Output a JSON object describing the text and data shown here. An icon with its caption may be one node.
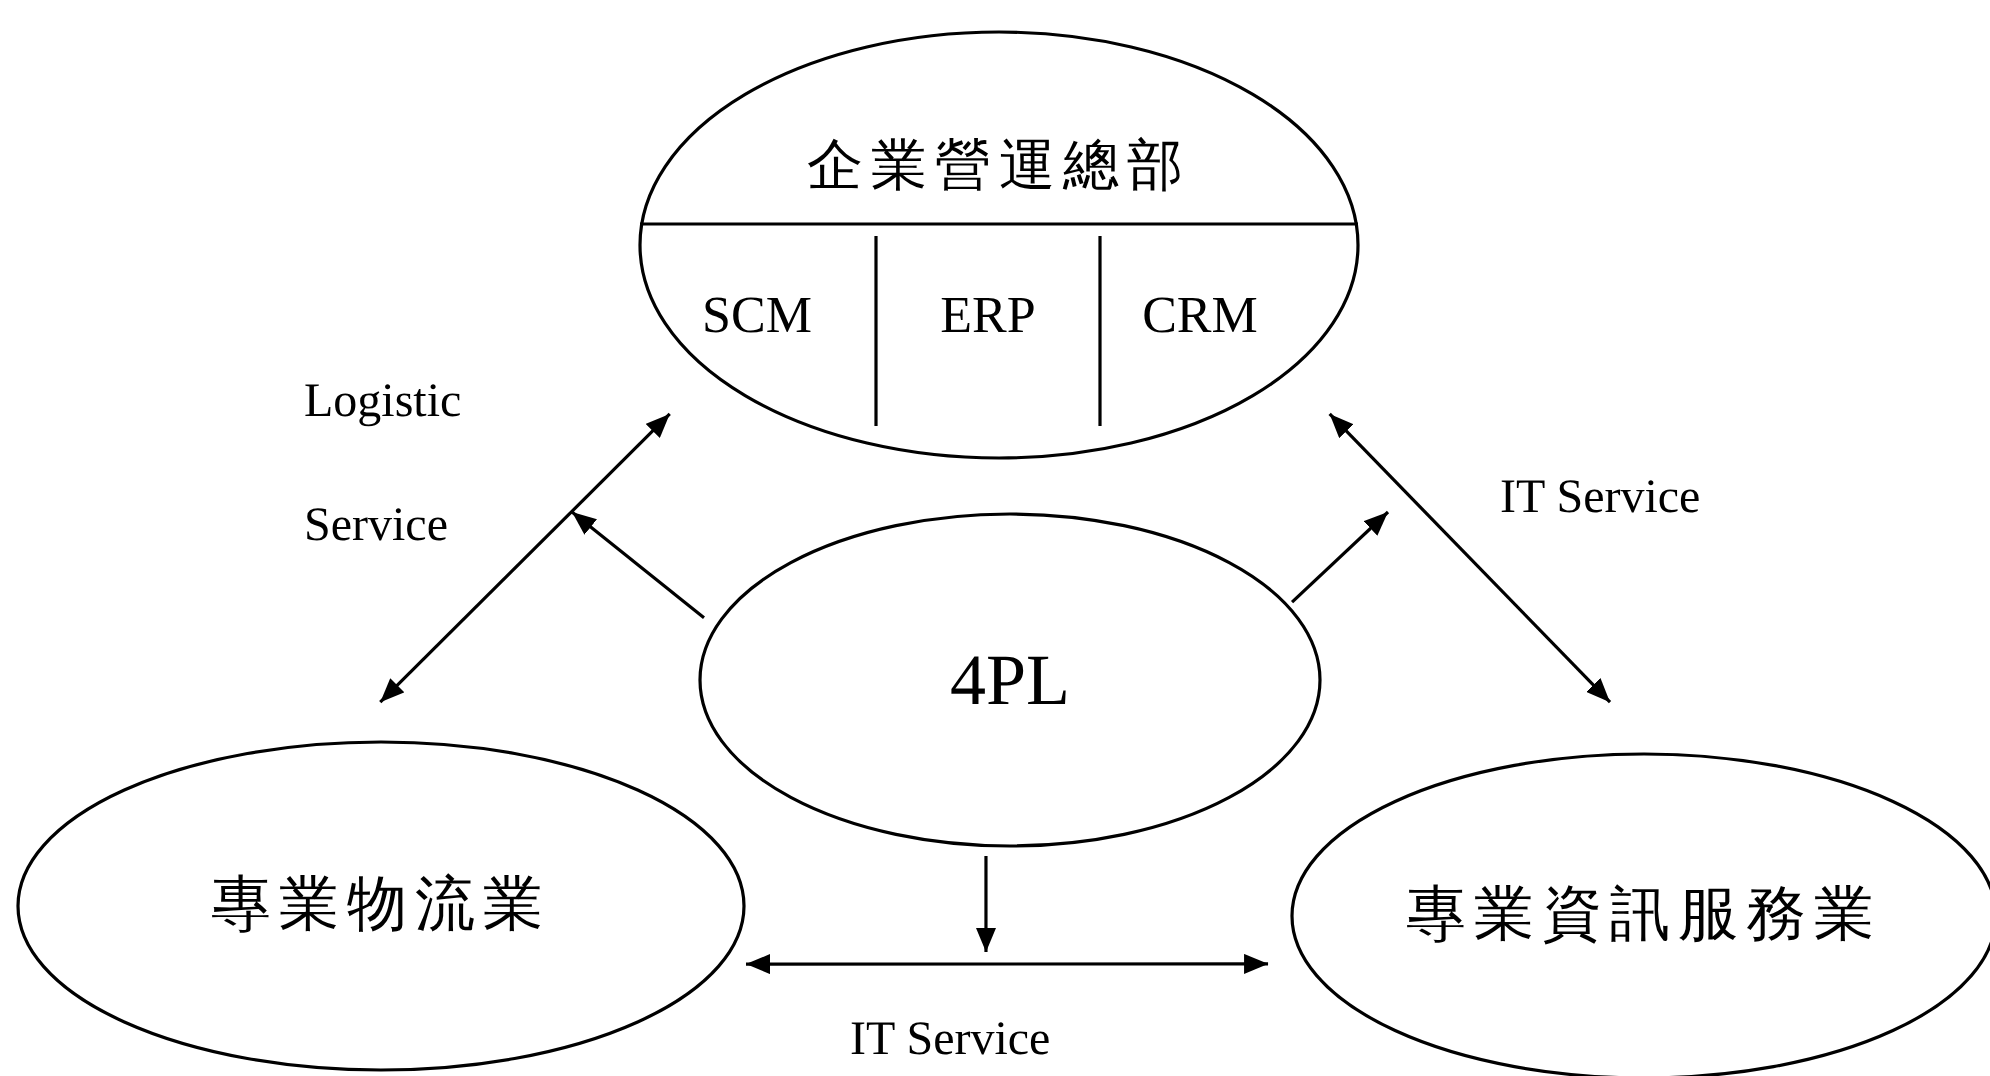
{
  "diagram": {
    "nodes": [
      {
        "text": [
          "企業營運總部"
        ]
      },
      {
        "text": [
          "SCM"
        ],
        "in": 0
      },
      {
        "text": [
          "ERP"
        ],
        "in": 0
      },
      {
        "text": [
          "CRM"
        ],
        "in": 0
      },
      {
        "text": [
          "4PL"
        ]
      },
      {
        "text": [
          "專業物流業"
        ]
      },
      {
        "text": [
          "專業資訊服務業"
        ]
      }
    ],
    "edges": [
      {
        "from": 0,
        "to": 5,
        "arrow": "both",
        "label": "Logistic Service"
      },
      {
        "from": 0,
        "to": 6,
        "arrow": "both",
        "label": "IT Service"
      },
      {
        "from": 4,
        "to": null,
        "arrow": "to"
      },
      {
        "from": 4,
        "to": null,
        "arrow": "to"
      },
      {
        "from": 4,
        "to": null,
        "arrow": "to"
      },
      {
        "from": 5,
        "to": 6,
        "arrow": "both",
        "label": "IT Service"
      }
    ]
  }
}
